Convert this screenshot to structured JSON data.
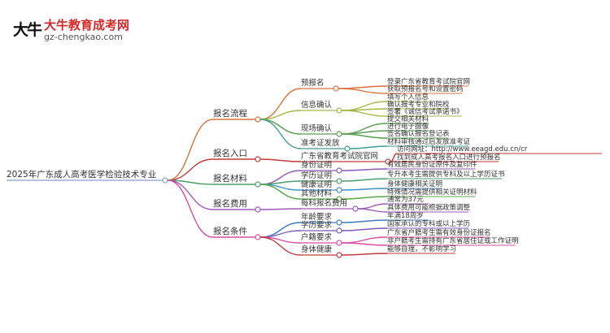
{
  "logo": {
    "mark": "大牛",
    "title": "大牛教育成考网",
    "subtitle": "gz-chengkao.com"
  },
  "mindmap": {
    "root": "2025年广东成人高考医学检验技术专业",
    "branches": [
      {
        "label": "报名流程",
        "color": "#d9733e",
        "children": [
          {
            "label": "预报名",
            "color": "#d9733e",
            "leaves": [
              "登录广东省教育考试院官网",
              "获取预报名号和设置密码"
            ]
          },
          {
            "label": "信息确认",
            "color": "#a7b84a",
            "leaves": [
              "填写个人信息",
              "确认报考专业和院校",
              "签署《诚信考试承诺书》"
            ]
          },
          {
            "label": "现场确认",
            "color": "#5a9e52",
            "leaves": [
              "提交相关材料",
              "进行电子摄像",
              "签名确认报名登记表"
            ]
          },
          {
            "label": "准考证发放",
            "color": "#3f9e8e",
            "leaves": [
              "材料审核通过后发放准考证"
            ]
          }
        ]
      },
      {
        "label": "报名入口",
        "color": "#c23a3a",
        "children": [
          {
            "label": "广东省教育考试院官网",
            "color": "#c23a3a",
            "leaves": [
              "访问网址：http://www.eeagd.edu.cn/cr",
              "找到成人高考报名入口进行预报名"
            ]
          }
        ]
      },
      {
        "label": "报名材料",
        "color": "#4a9e6a",
        "children": [
          {
            "label": "身份证明",
            "color": "#8e5ab5",
            "leaves": [
              "有效居民身份证原件及复印件"
            ]
          },
          {
            "label": "学历证明",
            "color": "#4a9e6a",
            "leaves": [
              "专升本考生需提供专科及以上学历证书"
            ]
          },
          {
            "label": "健康证明",
            "color": "#3e8fc2",
            "leaves": [
              "身体健康相关证明"
            ]
          },
          {
            "label": "其他材料",
            "color": "#5aa84a",
            "leaves": [
              "特殊情况需提供相关证明材料"
            ]
          }
        ]
      },
      {
        "label": "报名费用",
        "color": "#9c5ab8",
        "children": [
          {
            "label": "每科报名费用",
            "color": "#9c5ab8",
            "leaves": [
              "通常为37元",
              "具体费用可能根据政策调整"
            ]
          }
        ]
      },
      {
        "label": "报名条件",
        "color": "#d94fa0",
        "children": [
          {
            "label": "年龄要求",
            "color": "#3e7cc2",
            "leaves": [
              "年满18周岁"
            ]
          },
          {
            "label": "学历要求",
            "color": "#7a5ab5",
            "leaves": [
              "国家承认的专科或以上学历"
            ]
          },
          {
            "label": "户籍要求",
            "color": "#d94fa0",
            "leaves": [
              "广东省户籍考生需有效身份证报名",
              "非户籍考生需持有广东省居住证或工作证明"
            ]
          },
          {
            "label": "身体健康",
            "color": "#c23a3a",
            "leaves": [
              "能够自理，不影响学习"
            ]
          }
        ]
      }
    ]
  }
}
